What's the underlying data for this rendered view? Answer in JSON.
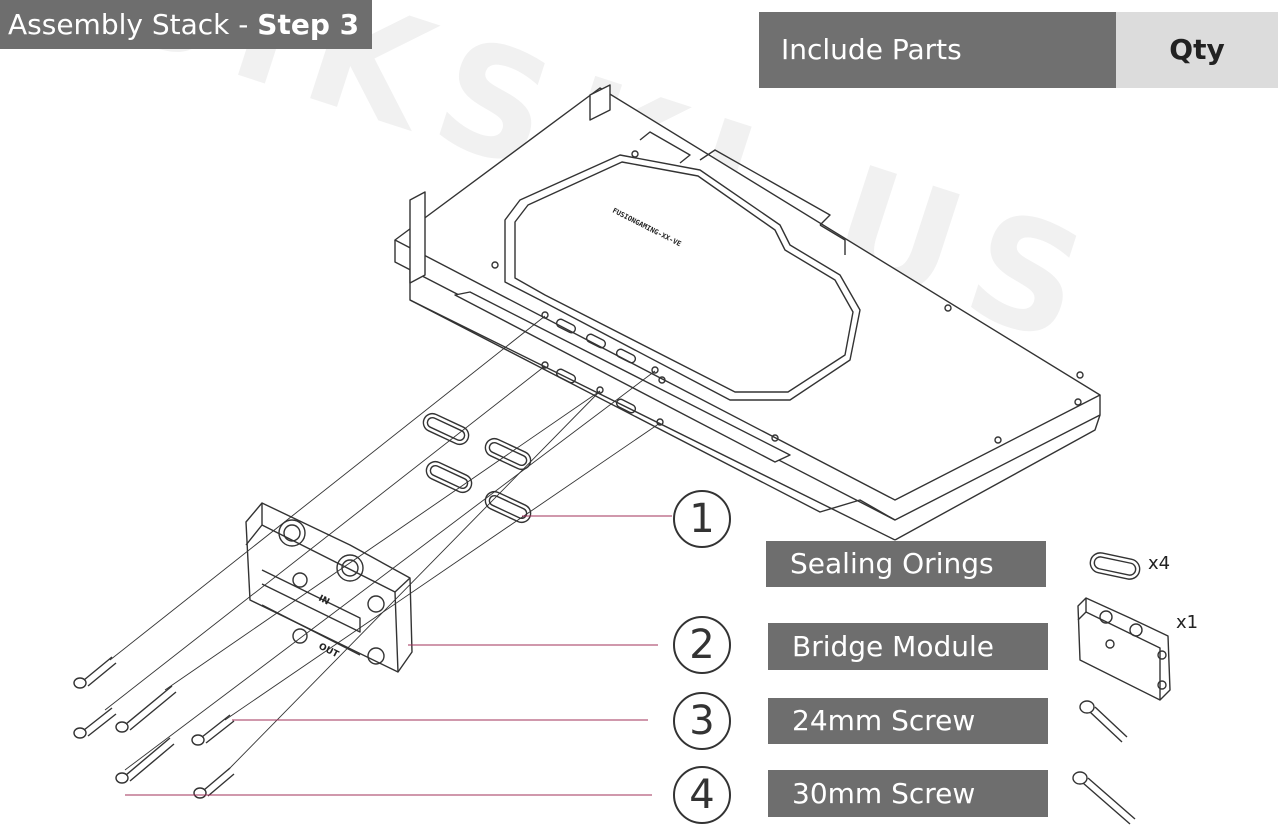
{
  "title": {
    "prefix": "Assembly Stack - ",
    "step": "Step 3"
  },
  "table": {
    "parts_header": "Include Parts",
    "qty_header": "Qty"
  },
  "callouts": [
    "1",
    "2",
    "3",
    "4"
  ],
  "parts": [
    {
      "label": "Sealing Orings",
      "qty": "x4",
      "icon": "oring-icon"
    },
    {
      "label": "Bridge Module",
      "qty": "x1",
      "icon": "bridge-module-icon"
    },
    {
      "label": "24mm Screw",
      "qty": "",
      "icon": "screw-24mm-icon"
    },
    {
      "label": "30mm Screw",
      "qty": "",
      "icon": "screw-30mm-icon"
    }
  ],
  "watermark": "BIKSKI.US",
  "block_label": "FUSIONGAMING-XX-VE",
  "bridge_marks": {
    "in": "IN",
    "out": "OUT"
  },
  "colors": {
    "label_bg": "#6e6e6e",
    "qty_bg": "#dcdcdc",
    "leader": "#a0305a",
    "line": "#333333"
  }
}
